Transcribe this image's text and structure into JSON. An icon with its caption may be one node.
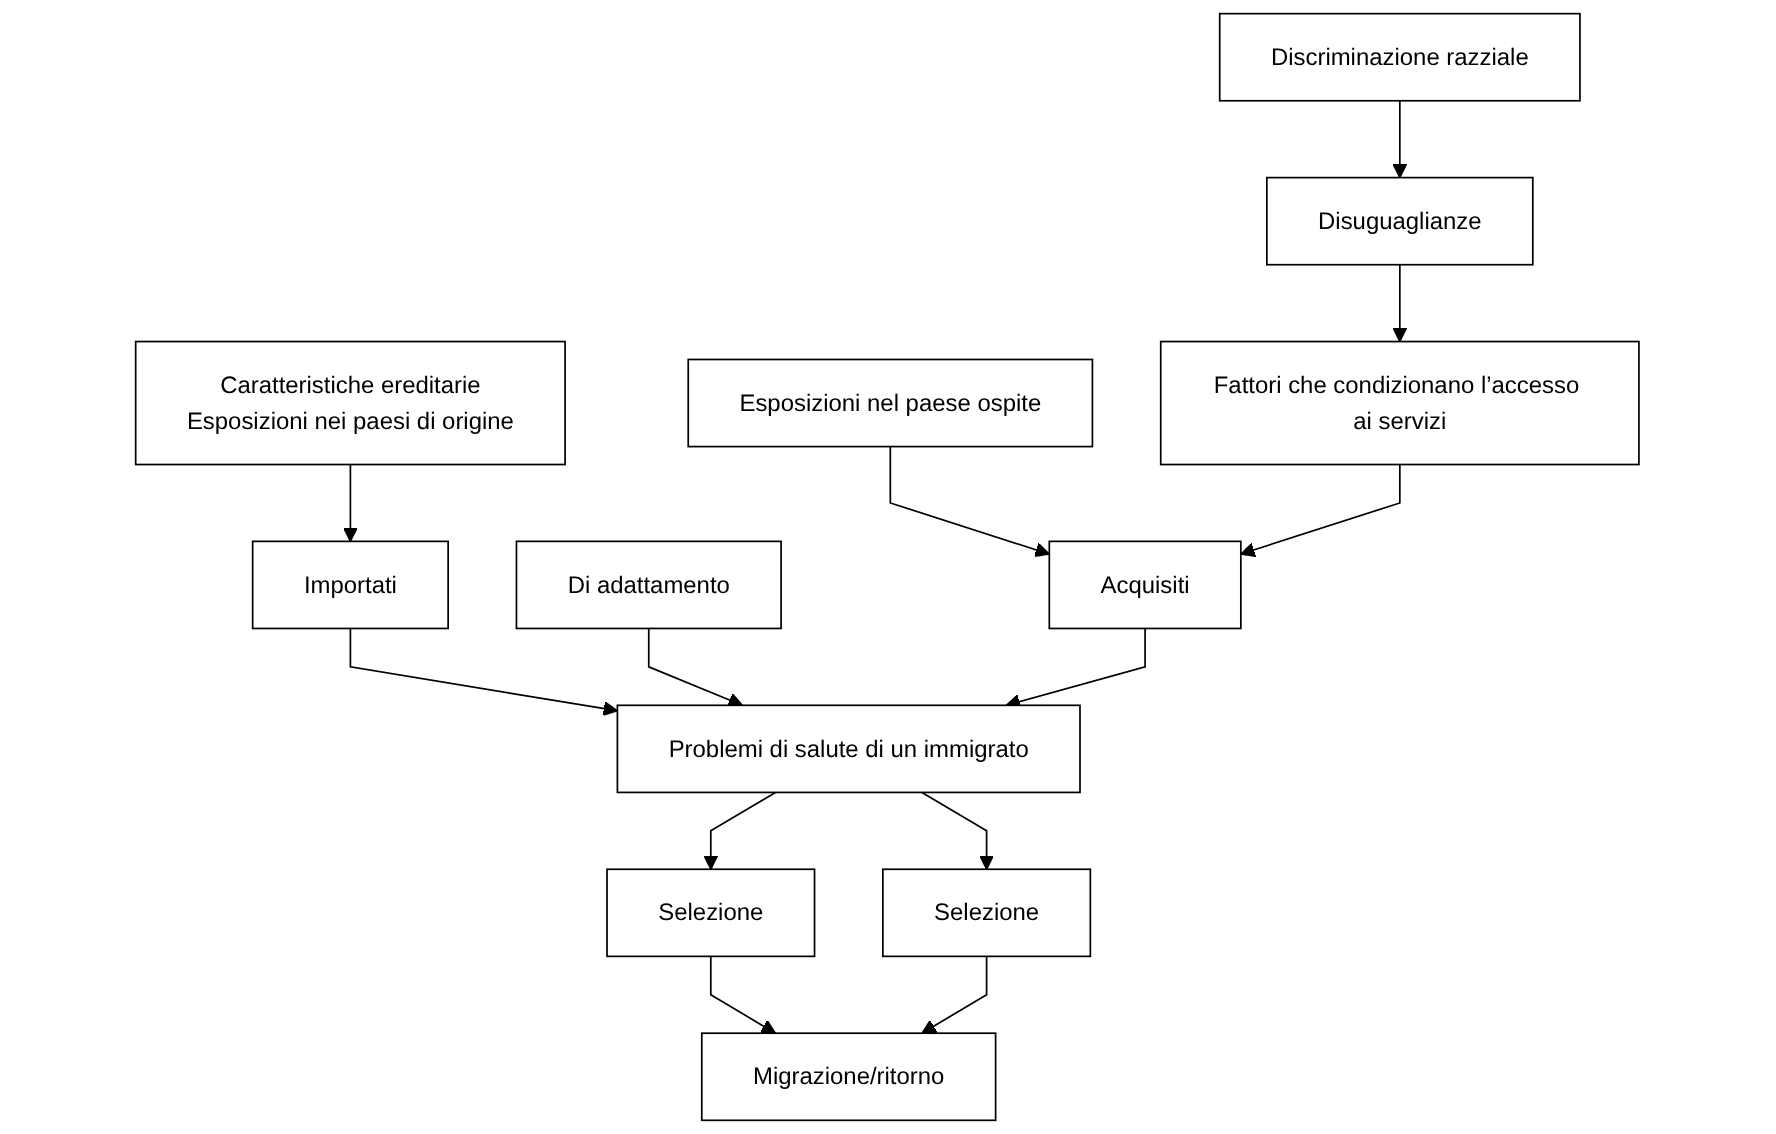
{
  "diagram": {
    "nodes": [
      {
        "text": [
          "Migrazione/ritorno"
        ]
      },
      {
        "text": [
          "Selezione"
        ]
      },
      {
        "text": [
          "Discriminazione razziale"
        ]
      },
      {
        "text": [
          "Selezione"
        ]
      },
      {
        "text": [
          "Disuguaglianze"
        ]
      },
      {
        "text": [
          "Caratteristiche ereditarie",
          "Esposizioni nei paesi di origine"
        ]
      },
      {
        "text": [
          "Esposizioni nel paese ospite"
        ]
      },
      {
        "text": [
          "Fattori che condizionano l’accesso ai servizi"
        ]
      },
      {
        "text": [
          "Importati"
        ]
      },
      {
        "text": [
          "Di adattamento"
        ]
      },
      {
        "text": [
          "Acquisiti"
        ]
      },
      {
        "text": [
          "Problemi di salute di un immigrato"
        ]
      }
    ],
    "edges": [
      {
        "from": 1,
        "to": 0,
        "arrow": "to"
      },
      {
        "from": 3,
        "to": 0,
        "arrow": "to"
      },
      {
        "from": 2,
        "to": 4,
        "arrow": "to"
      },
      {
        "from": 4,
        "to": 7,
        "arrow": "to"
      },
      {
        "from": 5,
        "to": 8,
        "arrow": "to"
      },
      {
        "from": 6,
        "to": 10,
        "arrow": "to"
      },
      {
        "from": 7,
        "to": 10,
        "arrow": "to"
      },
      {
        "from": 8,
        "to": 11,
        "arrow": "to"
      },
      {
        "from": 9,
        "to": 11,
        "arrow": "to"
      },
      {
        "from": 10,
        "to": 11,
        "arrow": "to"
      },
      {
        "from": 11,
        "to": 1,
        "arrow": "to"
      },
      {
        "from": 11,
        "to": 3,
        "arrow": "to"
      }
    ]
  }
}
